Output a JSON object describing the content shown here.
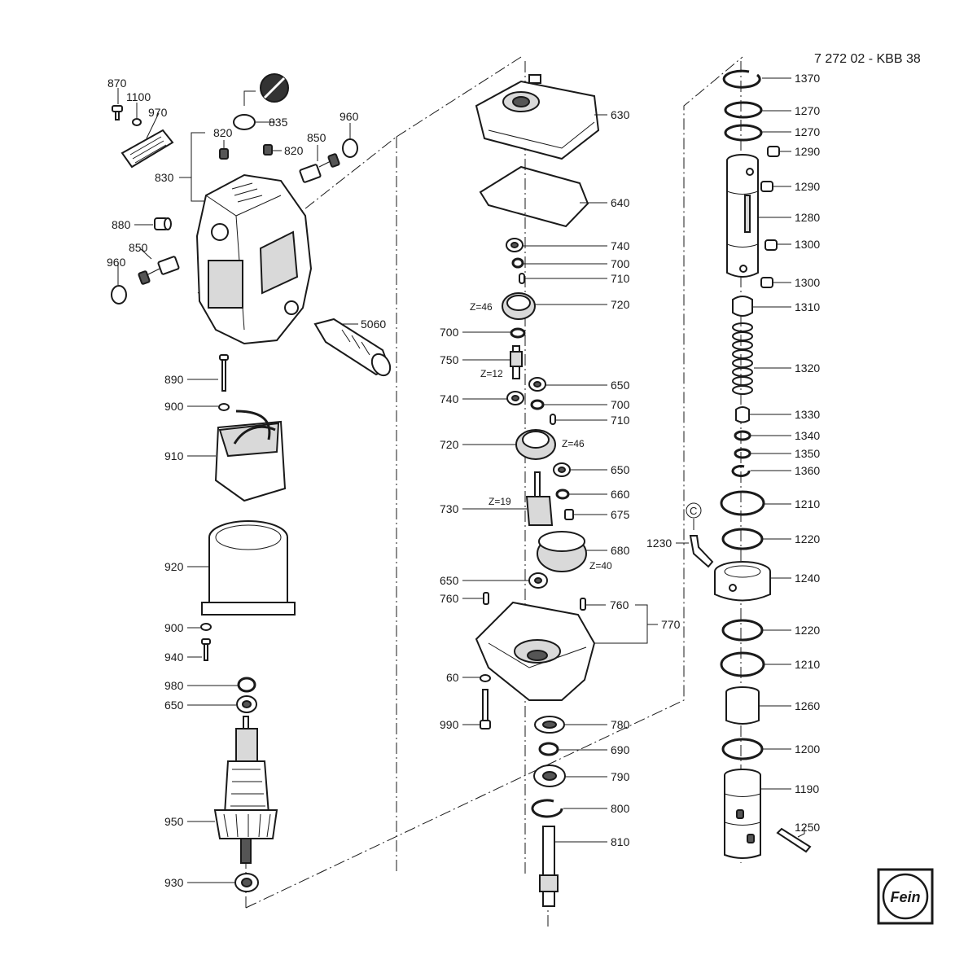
{
  "header": {
    "drawing_id": "7 272 02 - KBB 38"
  },
  "logo": {
    "text": "Fein"
  },
  "callouts": {
    "c870": "870",
    "c1100": "1100",
    "c970": "970",
    "c820a": "820",
    "c835": "835",
    "c820b": "820",
    "c850a": "850",
    "c960a": "960",
    "c830": "830",
    "c880": "880",
    "c850b": "850",
    "c960b": "960",
    "c5060": "5060",
    "c890": "890",
    "c900a": "900",
    "c910": "910",
    "c920": "920",
    "c900b": "900",
    "c940": "940",
    "c980": "980",
    "c650a": "650",
    "c950": "950",
    "c930": "930",
    "c630": "630",
    "c640": "640",
    "c740a": "740",
    "c700a": "700",
    "c710a": "710",
    "z46a": "Z=46",
    "c720a": "720",
    "c700b": "700",
    "c750": "750",
    "z12": "Z=12",
    "c650b": "650",
    "c740b": "740",
    "c700c": "700",
    "c710b": "710",
    "c720b": "720",
    "z46b": "Z=46",
    "c650c": "650",
    "c660": "660",
    "c730": "730",
    "z19": "Z=19",
    "c675": "675",
    "c680": "680",
    "z40": "Z=40",
    "c650d": "650",
    "c760a": "760",
    "c760b": "760",
    "c770": "770",
    "c60": "60",
    "c990": "990",
    "c780": "780",
    "c690": "690",
    "c790": "790",
    "c800": "800",
    "c810": "810",
    "c1370": "1370",
    "c1270a": "1270",
    "c1270b": "1270",
    "c1290a": "1290",
    "c1290b": "1290",
    "c1280": "1280",
    "c1300a": "1300",
    "c1300b": "1300",
    "c1310": "1310",
    "c1320": "1320",
    "c1330": "1330",
    "c1340": "1340",
    "c1350": "1350",
    "c1360": "1360",
    "c1210a": "1210",
    "c1230": "1230",
    "cC": "C",
    "c1220a": "1220",
    "c1240": "1240",
    "c1220b": "1220",
    "c1210b": "1210",
    "c1260": "1260",
    "c1200": "1200",
    "c1190": "1190",
    "c1250": "1250"
  }
}
